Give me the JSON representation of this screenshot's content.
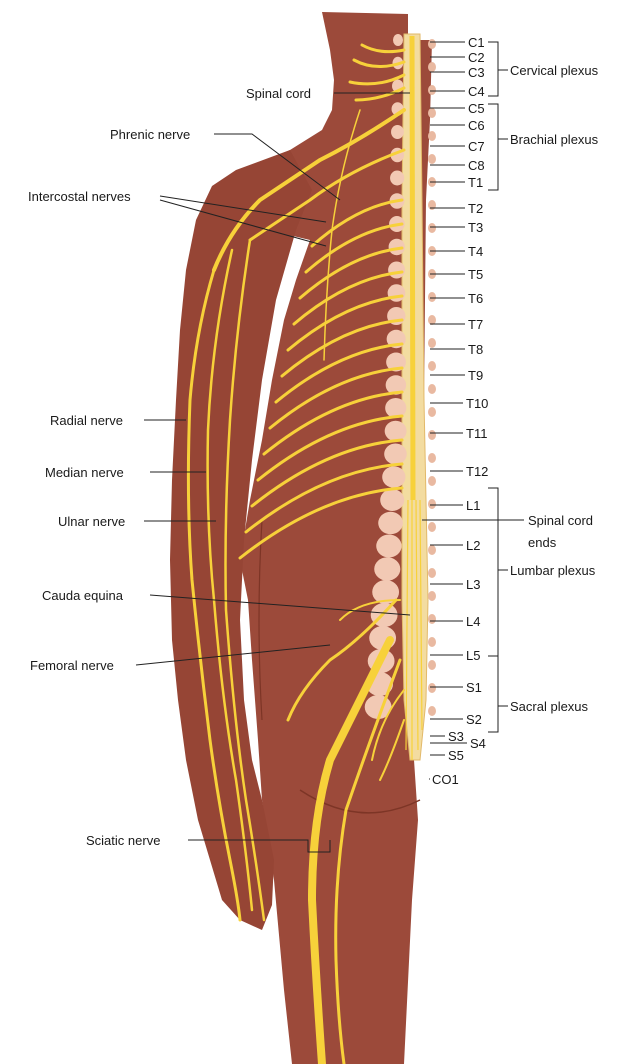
{
  "colors": {
    "skin": "#9c4a3a",
    "skin_dark": "#7d3526",
    "nerve": "#f7d13a",
    "spine": "#f3dca0",
    "vertebra": "#f2c9b4"
  },
  "labels": {
    "spinal_cord": "Spinal cord",
    "phrenic_nerve": "Phrenic nerve",
    "intercostal_nerves": "Intercostal nerves",
    "radial_nerve": "Radial nerve",
    "median_nerve": "Median nerve",
    "ulnar_nerve": "Ulnar nerve",
    "cauda_equina": "Cauda equina",
    "femoral_nerve": "Femoral nerve",
    "sciatic_nerve": "Sciatic nerve",
    "cervical_plexus": "Cervical plexus",
    "brachial_plexus": "Brachial plexus",
    "spinal_cord_ends_1": "Spinal cord",
    "spinal_cord_ends_2": "ends",
    "lumbar_plexus": "Lumbar plexus",
    "sacral_plexus": "Sacral plexus"
  },
  "segments": [
    "C1",
    "C2",
    "C3",
    "C4",
    "C5",
    "C6",
    "C7",
    "C8",
    "T1",
    "T2",
    "T3",
    "T4",
    "T5",
    "T6",
    "T7",
    "T8",
    "T9",
    "T10",
    "T11",
    "T12",
    "L1",
    "L2",
    "L3",
    "L4",
    "L5",
    "S1",
    "S2",
    "S3",
    "S4",
    "S5",
    "CO1"
  ]
}
